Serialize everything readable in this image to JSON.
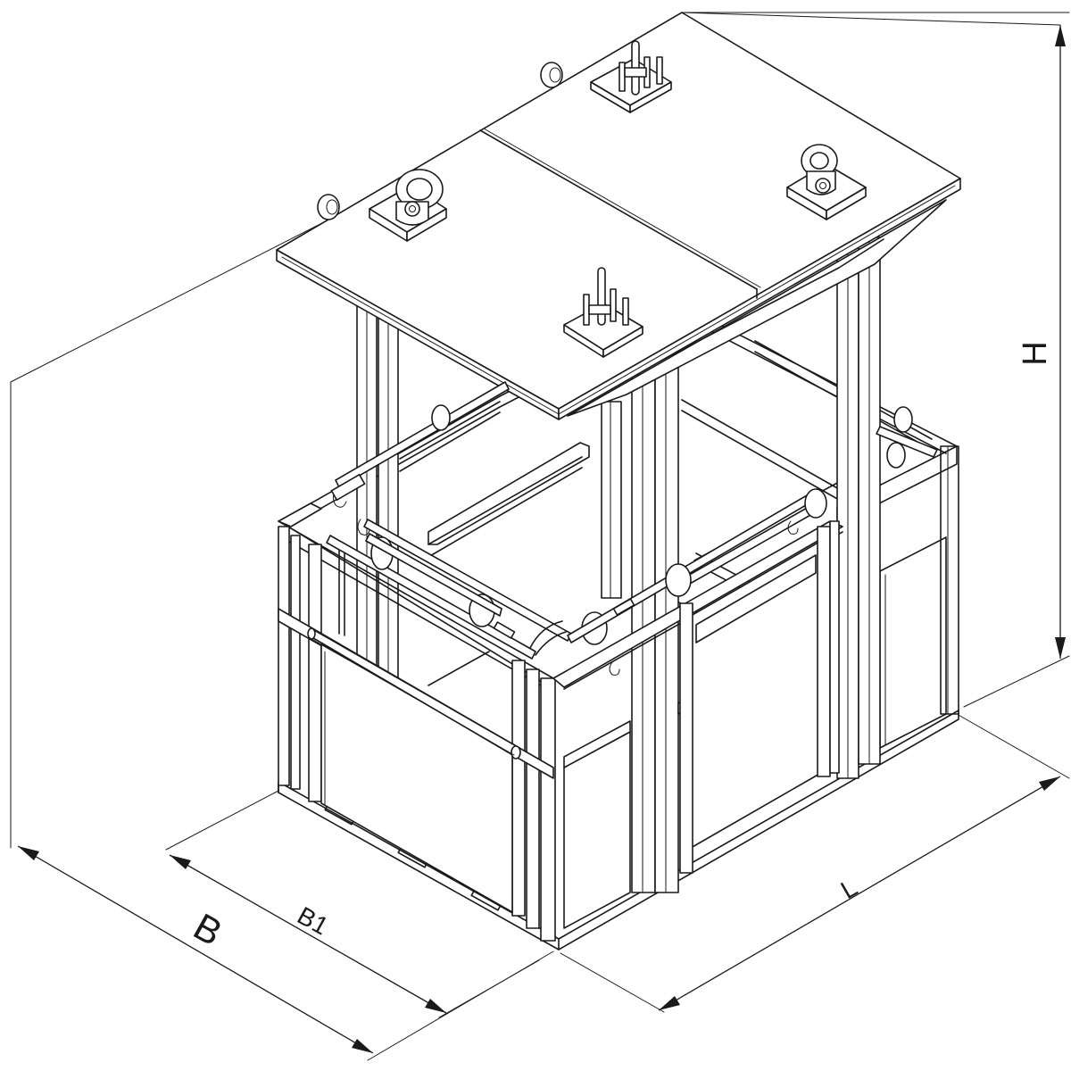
{
  "dimensions": {
    "height_label": "H",
    "width_label": "B",
    "inner_width_label": "B1",
    "length_label": "L"
  }
}
